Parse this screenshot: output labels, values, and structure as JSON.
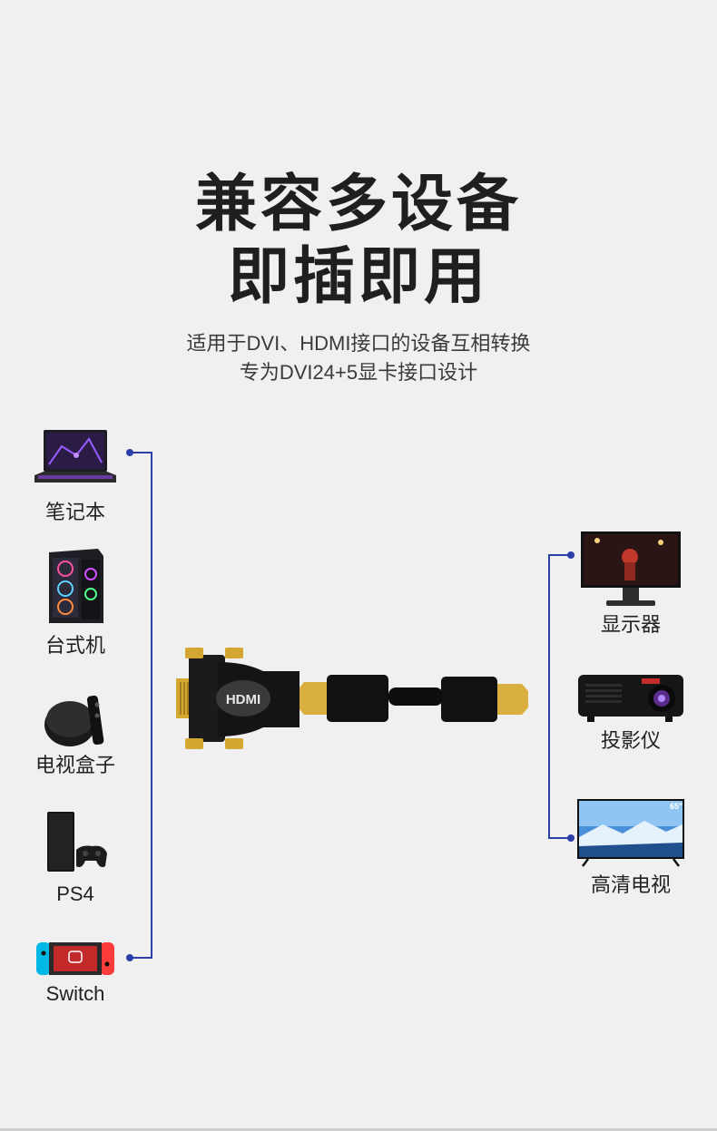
{
  "headline": {
    "line1": "兼容多设备",
    "line2": "即插即用"
  },
  "subtitle": {
    "line1": "适用于DVI、HDMI接口的设备互相转换",
    "line2": "专为DVI24+5显卡接口设计"
  },
  "left_devices": [
    {
      "label": "笔记本",
      "icon": "laptop-icon"
    },
    {
      "label": "台式机",
      "icon": "desktop-pc-icon"
    },
    {
      "label": "电视盒子",
      "icon": "tv-box-icon"
    },
    {
      "label": "PS4",
      "icon": "ps4-console-icon"
    },
    {
      "label": "Switch",
      "icon": "switch-console-icon"
    }
  ],
  "right_devices": [
    {
      "label": "显示器",
      "icon": "monitor-icon"
    },
    {
      "label": "投影仪",
      "icon": "projector-icon"
    },
    {
      "label": "高清电视",
      "icon": "hd-tv-icon"
    }
  ],
  "product": {
    "adapter_text": "HDMI",
    "tv_size": "65\""
  },
  "colors": {
    "connector_line": "#2b3fa8",
    "background": "#f0f0f0",
    "gold": "#d4a830"
  }
}
